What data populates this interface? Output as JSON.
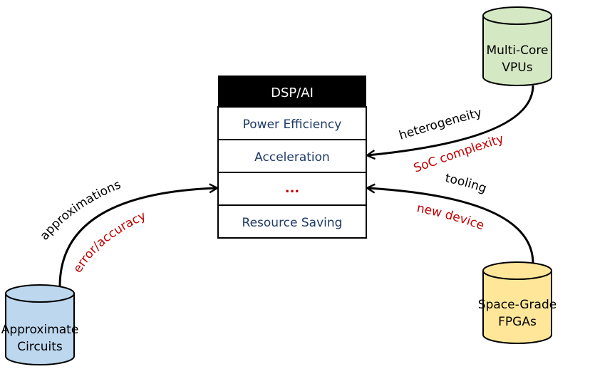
{
  "center_table": {
    "header": "DSP/AI",
    "rows": [
      "Power Efficiency",
      "Acceleration",
      "...",
      "Resource Saving"
    ]
  },
  "nodes": {
    "vpus": {
      "line1": "Multi-Core",
      "line2": "VPUs"
    },
    "fpgas": {
      "line1": "Space-Grade",
      "line2": "FPGAs"
    },
    "approx": {
      "line1": "Approximate",
      "line2": "Circuits"
    }
  },
  "edges": {
    "vpus": {
      "top": "heterogeneity",
      "bottom": "SoC complexity"
    },
    "fpgas": {
      "top": "tooling",
      "bottom": "new device"
    },
    "approx": {
      "top": "approximations",
      "bottom": "error/accuracy"
    }
  },
  "colors": {
    "header_bg": "#000000",
    "row_text": "#1f3a68",
    "dots": "#c00000",
    "edge_secondary": "#c00000",
    "vpus_fill": "#d5e8c4",
    "fpgas_fill": "#ffe699",
    "approx_fill": "#bdd7ee",
    "stroke": "#000000"
  }
}
